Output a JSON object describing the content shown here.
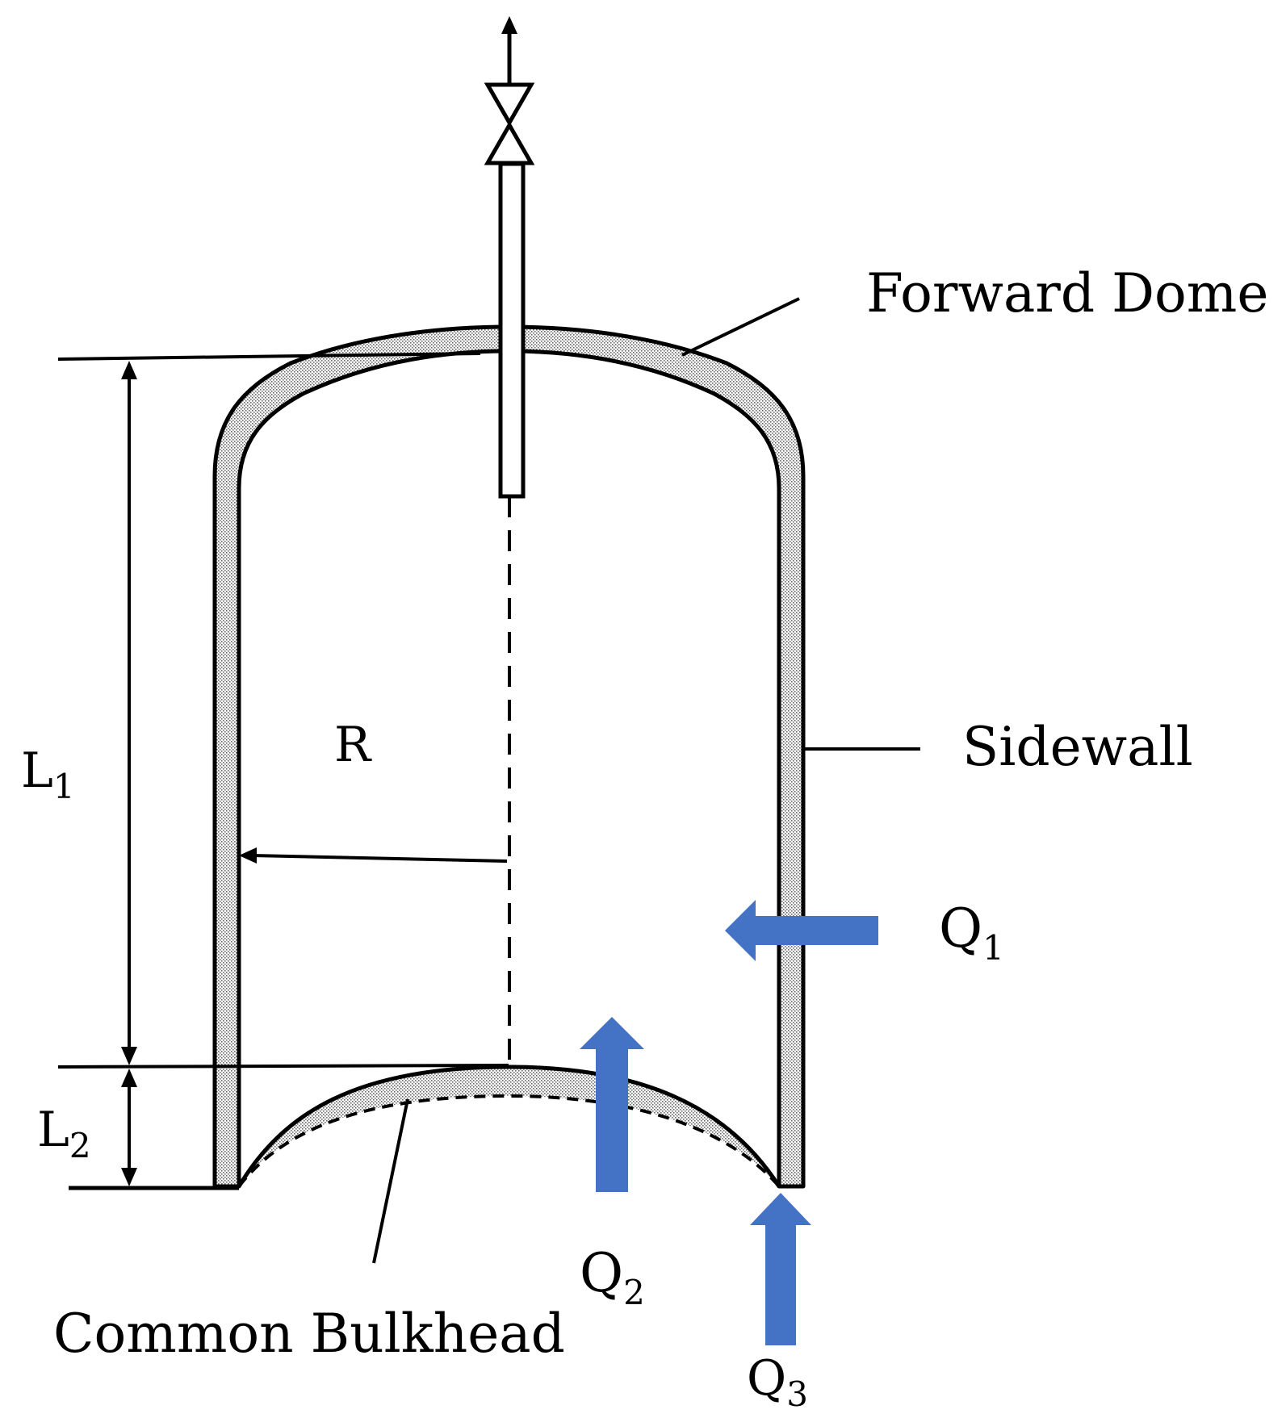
{
  "labels": {
    "forward_dome": "Forward Dome",
    "sidewall": "Sidewall",
    "common_bulkhead": "Common Bulkhead",
    "radius": "R",
    "length_1": {
      "main": "L",
      "sub": "1"
    },
    "length_2": {
      "main": "L",
      "sub": "2"
    },
    "heat_1": {
      "main": "Q",
      "sub": "1"
    },
    "heat_2": {
      "main": "Q",
      "sub": "2"
    },
    "heat_3": {
      "main": "Q",
      "sub": "3"
    }
  },
  "colors": {
    "heat_arrow": "#4472C4",
    "line": "#000000",
    "wall_fill": "#d4d4d4"
  },
  "icons": {
    "valve": "valve-icon",
    "outlet_arrow": "arrow-up-icon"
  }
}
